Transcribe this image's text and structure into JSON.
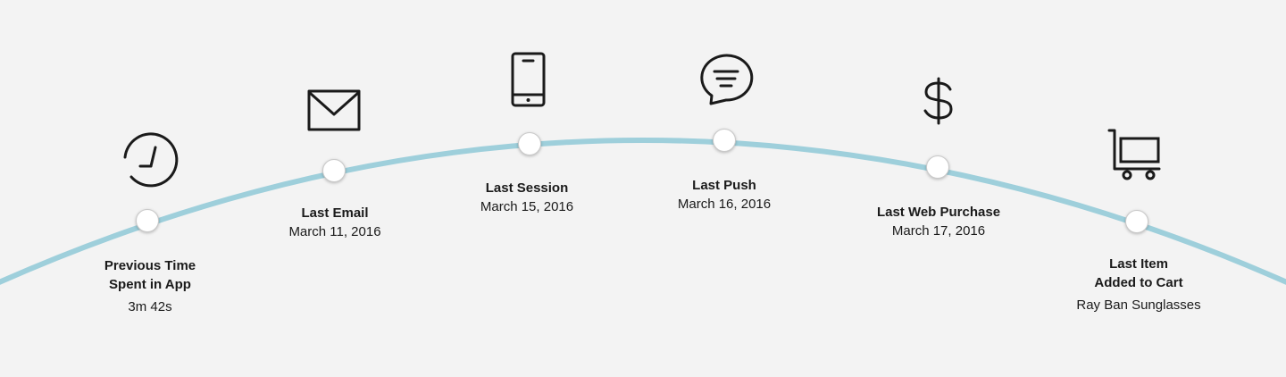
{
  "colors": {
    "background": "#f3f3f3",
    "curve": "#9ecfdb",
    "icon_stroke": "#1a1a1a"
  },
  "events": [
    {
      "id": "time",
      "icon": "clock-icon",
      "title": "Previous Time\nSpent in App",
      "value": "3m 42s"
    },
    {
      "id": "email",
      "icon": "envelope-icon",
      "title": "Last Email",
      "value": "March 11, 2016"
    },
    {
      "id": "session",
      "icon": "smartphone-icon",
      "title": "Last Session",
      "value": "March 15, 2016"
    },
    {
      "id": "push",
      "icon": "chat-bubble-icon",
      "title": "Last Push",
      "value": "March 16, 2016"
    },
    {
      "id": "purchase",
      "icon": "dollar-sign-icon",
      "title": "Last Web Purchase",
      "value": "March 17, 2016"
    },
    {
      "id": "cart",
      "icon": "shopping-cart-icon",
      "title": "Last Item\nAdded to Cart",
      "value": "Ray Ban Sunglasses"
    }
  ]
}
